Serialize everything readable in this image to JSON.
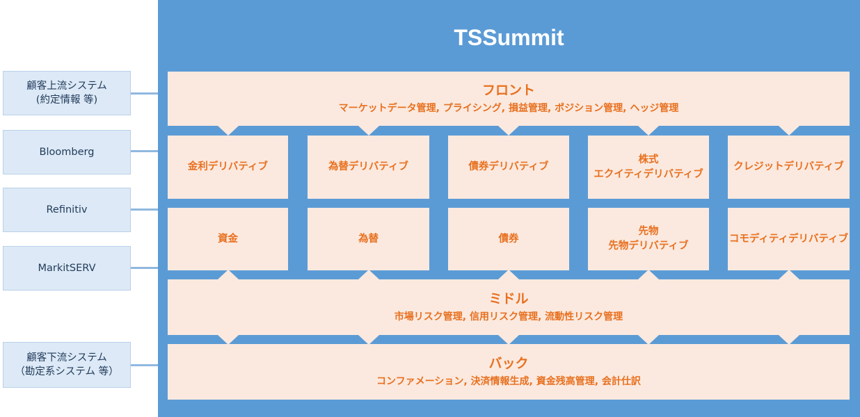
{
  "external_systems": [
    {
      "line1": "顧客上流システム",
      "line2": "(約定情報 等)"
    },
    {
      "line1": "Bloomberg",
      "line2": ""
    },
    {
      "line1": "Refinitiv",
      "line2": ""
    },
    {
      "line1": "MarkitSERV",
      "line2": ""
    },
    {
      "line1": "顧客下流システム",
      "line2": "（勘定系システム 等）"
    }
  ],
  "title": "TSSummit",
  "front": {
    "title": "フロント",
    "subtitle": "マーケットデータ管理, プライシング, 損益管理, ポジション管理, ヘッジ管理"
  },
  "row1": [
    {
      "line1": "金利デリバティブ",
      "line2": ""
    },
    {
      "line1": "為替デリバティブ",
      "line2": ""
    },
    {
      "line1": "債券デリバティブ",
      "line2": ""
    },
    {
      "line1": "株式",
      "line2": "エクイティデリバティブ"
    },
    {
      "line1": "クレジットデリバティブ",
      "line2": ""
    }
  ],
  "row2": [
    {
      "line1": "資金",
      "line2": ""
    },
    {
      "line1": "為替",
      "line2": ""
    },
    {
      "line1": "債券",
      "line2": ""
    },
    {
      "line1": "先物",
      "line2": "先物デリバティブ"
    },
    {
      "line1": "コモディティデリバティブ",
      "line2": ""
    }
  ],
  "middle": {
    "title": "ミドル",
    "subtitle": "市場リスク管理, 信用リスク管理, 流動性リスク管理"
  },
  "back": {
    "title": "バック",
    "subtitle": "コンファメーション, 決済情報生成, 資金残高管理, 会計仕訳"
  },
  "colors": {
    "frame": "#5b9bd5",
    "box_fill": "#fbe9df",
    "box_text": "#e8701f",
    "external_fill": "#dde9f6",
    "external_text": "#1f3a5a",
    "connector": "#8fb8df"
  }
}
